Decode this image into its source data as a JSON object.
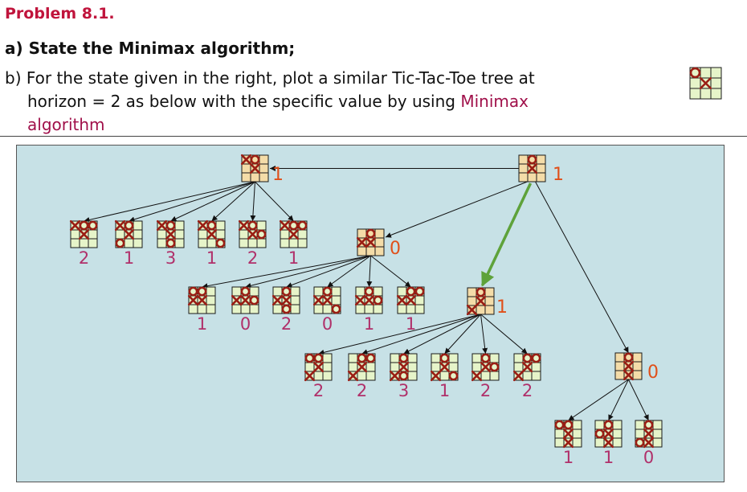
{
  "problem": {
    "title": "Problem 8.1."
  },
  "question": {
    "a": "a) State the Minimax algorithm;",
    "b_line1": "b) For the state given in the right, plot a similar Tic-Tac-Toe tree at",
    "b_line2_pre": "horizon = 2 as below with the specific value by using",
    "b_line2_red": "Minimax",
    "b_line3_red": "algorithm"
  },
  "colors": {
    "accent": "#c0143c",
    "panel": "#c7e1e6",
    "cell_plain": "#e6f4c9",
    "cell_highlight": "#f4dca8",
    "mark": "#9a1e14",
    "value": "#e0501a",
    "leaf_value": "#b0306a",
    "chosen_arrow": "#5ea23a"
  },
  "state": {
    "given_board": [
      "O",
      "",
      "",
      "",
      "X",
      "",
      "",
      "",
      ""
    ]
  },
  "tree": {
    "root": {
      "board": [
        "",
        "O",
        "",
        "",
        "X",
        "",
        "",
        "",
        ""
      ],
      "value": "1"
    },
    "nodeA": {
      "board": [
        "X",
        "O",
        "",
        "",
        "X",
        "",
        "",
        "",
        ""
      ],
      "value": "1"
    },
    "nodeB": {
      "board": [
        "",
        "O",
        "",
        "X",
        "X",
        "",
        "",
        "",
        ""
      ],
      "value": "0"
    },
    "nodeC": {
      "board": [
        "",
        "O",
        "",
        "",
        "X",
        "",
        "X",
        "",
        ""
      ],
      "value": "1"
    },
    "nodeD": {
      "board": [
        "",
        "O",
        "",
        "",
        "X",
        "",
        "",
        "X",
        ""
      ],
      "value": "0"
    },
    "leavesA": [
      {
        "board": [
          "X",
          "O",
          "O",
          "",
          "X",
          "",
          "",
          "",
          ""
        ],
        "value": "2"
      },
      {
        "board": [
          "X",
          "O",
          "",
          "",
          "X",
          "",
          "O",
          "",
          ""
        ],
        "value": "1"
      },
      {
        "board": [
          "X",
          "O",
          "",
          "",
          "X",
          "",
          "",
          "O",
          ""
        ],
        "value": "3"
      },
      {
        "board": [
          "X",
          "O",
          "",
          "",
          "X",
          "",
          "",
          "",
          "O"
        ],
        "value": "1"
      },
      {
        "board": [
          "X",
          "O",
          "",
          "",
          "X",
          "O",
          "",
          "",
          ""
        ],
        "value": "2"
      },
      {
        "board": [
          "X",
          "O",
          "O",
          "",
          "X",
          "",
          "",
          "",
          ""
        ],
        "value": "1"
      }
    ],
    "leavesB": [
      {
        "board": [
          "O",
          "O",
          "",
          "X",
          "X",
          "",
          "",
          "",
          ""
        ],
        "value": "1"
      },
      {
        "board": [
          "",
          "O",
          "",
          "X",
          "X",
          "O",
          "",
          "",
          ""
        ],
        "value": "0"
      },
      {
        "board": [
          "",
          "O",
          "",
          "X",
          "X",
          "",
          "",
          "O",
          ""
        ],
        "value": "2"
      },
      {
        "board": [
          "",
          "O",
          "",
          "X",
          "X",
          "",
          "",
          "",
          "O"
        ],
        "value": "0"
      },
      {
        "board": [
          "",
          "O",
          "",
          "X",
          "X",
          "O",
          "",
          "",
          ""
        ],
        "value": "1"
      },
      {
        "board": [
          "",
          "O",
          "O",
          "X",
          "X",
          "",
          "",
          "",
          ""
        ],
        "value": "1"
      }
    ],
    "leavesC": [
      {
        "board": [
          "O",
          "O",
          "",
          "",
          "X",
          "",
          "X",
          "",
          ""
        ],
        "value": "2"
      },
      {
        "board": [
          "",
          "O",
          "O",
          "",
          "X",
          "",
          "X",
          "",
          ""
        ],
        "value": "2"
      },
      {
        "board": [
          "",
          "O",
          "",
          "",
          "X",
          "",
          "X",
          "O",
          ""
        ],
        "value": "3"
      },
      {
        "board": [
          "",
          "O",
          "",
          "",
          "X",
          "",
          "X",
          "",
          "O"
        ],
        "value": "1"
      },
      {
        "board": [
          "",
          "O",
          "",
          "",
          "X",
          "O",
          "X",
          "",
          ""
        ],
        "value": "2"
      },
      {
        "board": [
          "",
          "O",
          "O",
          "",
          "X",
          "",
          "X",
          "",
          ""
        ],
        "value": "2"
      }
    ],
    "leavesD": [
      {
        "board": [
          "O",
          "O",
          "",
          "",
          "X",
          "",
          "",
          "X",
          ""
        ],
        "value": "1"
      },
      {
        "board": [
          "",
          "O",
          "",
          "O",
          "X",
          "",
          "",
          "X",
          ""
        ],
        "value": "1"
      },
      {
        "board": [
          "",
          "O",
          "",
          "",
          "X",
          "",
          "O",
          "X",
          ""
        ],
        "value": "0"
      }
    ]
  }
}
